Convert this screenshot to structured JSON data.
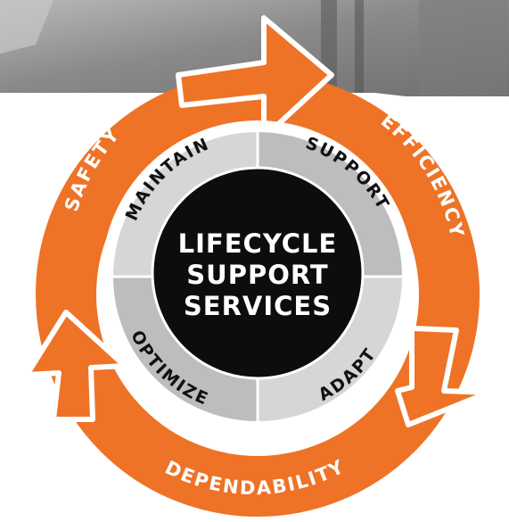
{
  "center": {
    "lines": [
      "LIFECYCLE",
      "SUPPORT",
      "SERVICES"
    ]
  },
  "inner_ring": {
    "labels": {
      "maintain": "MAINTAIN",
      "support": "SUPPORT",
      "adapt": "ADAPT",
      "optimize": "OPTIMIZE"
    }
  },
  "outer_ring": {
    "labels": {
      "safety": "SAFETY",
      "efficiency": "EFFICIENCY",
      "dependability": "DEPENDABILITY"
    }
  },
  "colors": {
    "orange": "#EE7326",
    "inner_light": "#D6D6D6",
    "inner_dark": "#BDBDBD",
    "center": "#0D0D0D",
    "photo": "#9C9C9C"
  }
}
